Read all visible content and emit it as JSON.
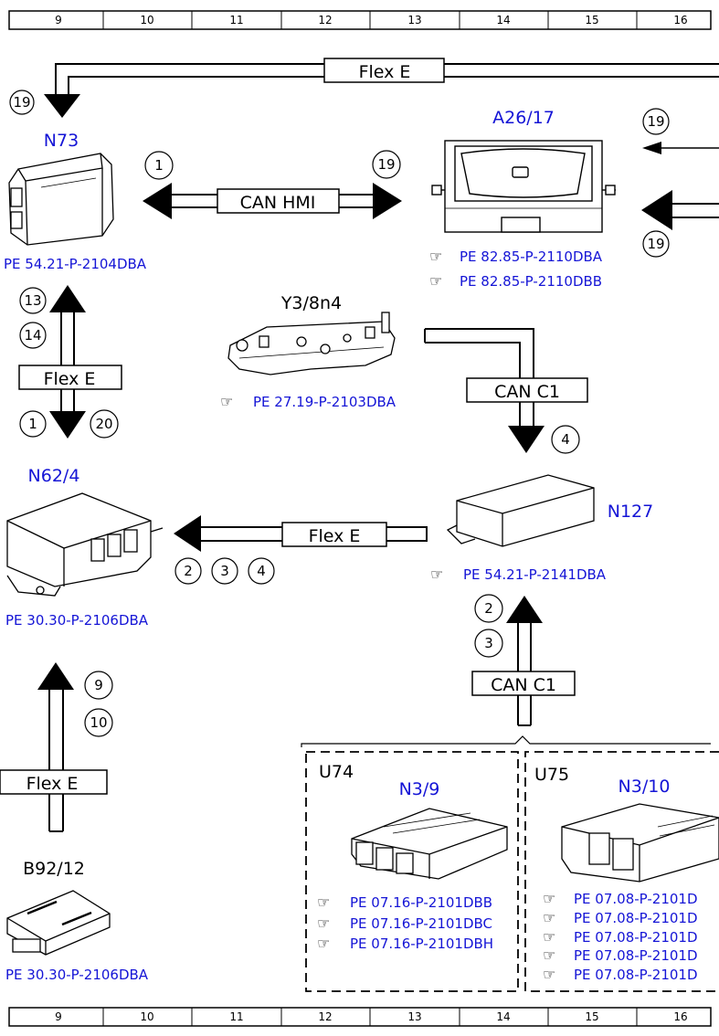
{
  "grid": {
    "columns": [
      "9",
      "10",
      "11",
      "12",
      "13",
      "14",
      "15",
      "16"
    ]
  },
  "components": {
    "n73": {
      "code": "N73",
      "ref": "PE 54.21-P-2104DBA"
    },
    "a26_17": {
      "code": "A26/17",
      "refs": [
        "PE 82.85-P-2110DBA",
        "PE 82.85-P-2110DBB"
      ]
    },
    "y3_8n4": {
      "code": "Y3/8n4",
      "ref": "PE 27.19-P-2103DBA"
    },
    "n62_4": {
      "code": "N62/4",
      "ref": "PE 30.30-P-2106DBA"
    },
    "n127": {
      "code": "N127",
      "ref": "PE 54.21-P-2141DBA"
    },
    "b92_12": {
      "code": "B92/12",
      "ref": "PE 30.30-P-2106DBA"
    },
    "u74": {
      "group": "U74",
      "code": "N3/9",
      "refs": [
        "PE 07.16-P-2101DBB",
        "PE 07.16-P-2101DBC",
        "PE 07.16-P-2101DBH"
      ]
    },
    "u75": {
      "group": "U75",
      "code": "N3/10",
      "refs": [
        "PE 07.08-P-2101D",
        "PE 07.08-P-2101D",
        "PE 07.08-P-2101D",
        "PE 07.08-P-2101D",
        "PE 07.08-P-2101D"
      ]
    }
  },
  "buses": {
    "flex_top": "Flex E",
    "can_hmi": "CAN HMI",
    "flex_left": "Flex E",
    "can_c1_upper": "CAN C1",
    "flex_mid": "Flex E",
    "can_c1_lower": "CAN C1",
    "flex_bottom": "Flex E"
  },
  "markers": {
    "top_left": "19",
    "hmi_left": "1",
    "hmi_right": "19",
    "a26_top": "19",
    "a26_bottom": "19",
    "left_up_1": "13",
    "left_up_2": "14",
    "left_down_1": "1",
    "left_down_2": "20",
    "can_c1_down": "4",
    "flex_mid_1": "2",
    "flex_mid_2": "3",
    "flex_mid_3": "4",
    "n127_up_1": "2",
    "n127_up_2": "3",
    "b92_up_1": "9",
    "b92_up_2": "10"
  }
}
